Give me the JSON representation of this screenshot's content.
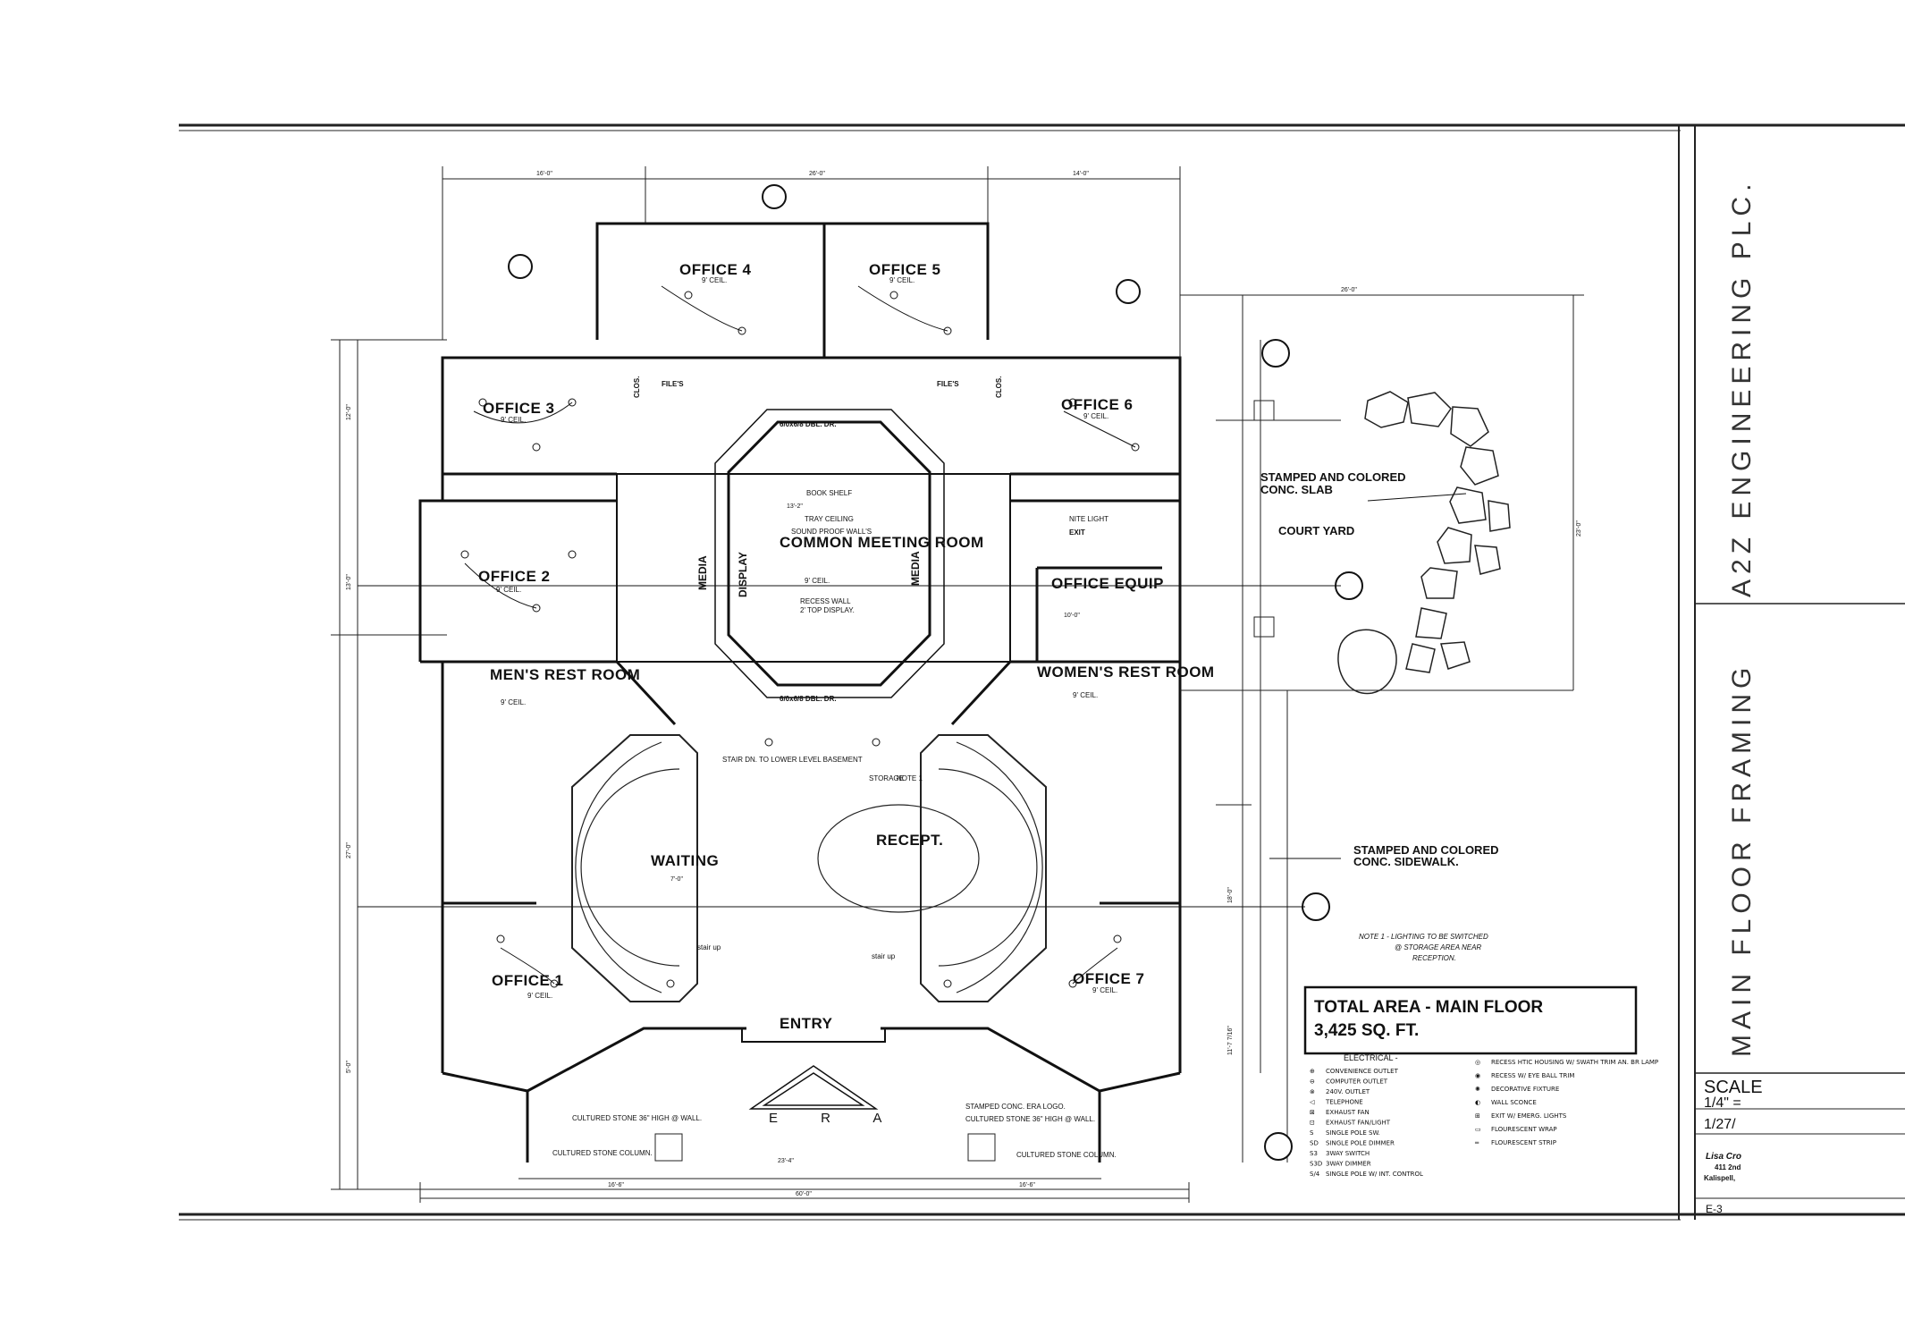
{
  "title_block": {
    "company": "A2Z ENGINEERING PLC.",
    "sheet_title": "MAIN FLOOR FRAMING",
    "scale_label": "SCALE",
    "scale_value": "1/4\" =",
    "date": "1/27/",
    "sheet_no": "E-3",
    "firm_name": "Lisa Cro",
    "firm_address": "411 2nd",
    "firm_city": "Kalispell,"
  },
  "rooms": [
    {
      "name": "OFFICE 4",
      "ceil": "9' CEIL."
    },
    {
      "name": "OFFICE 5",
      "ceil": "9' CEIL."
    },
    {
      "name": "OFFICE 3",
      "ceil": "9' CEIL."
    },
    {
      "name": "OFFICE 6",
      "ceil": "9' CEIL."
    },
    {
      "name": "OFFICE 2",
      "ceil": "9' CEIL."
    },
    {
      "name": "COMMON MEETING ROOM",
      "ceil": "9' CEIL."
    },
    {
      "name": "OFFICE EQUIP",
      "ceil": ""
    },
    {
      "name": "MEN'S REST ROOM",
      "ceil": "9' CEIL."
    },
    {
      "name": "WOMEN'S REST ROOM",
      "ceil": "9' CEIL."
    },
    {
      "name": "WAITING",
      "ceil": ""
    },
    {
      "name": "RECEPT.",
      "ceil": ""
    },
    {
      "name": "OFFICE 1",
      "ceil": "9' CEIL."
    },
    {
      "name": "OFFICE 7",
      "ceil": "9' CEIL."
    },
    {
      "name": "ENTRY",
      "ceil": ""
    }
  ],
  "labels": {
    "clos_left": "CLOS.",
    "clos_right": "CLOS.",
    "files_left": "FILE'S",
    "files_right": "FILE'S",
    "media_left": "MEDIA",
    "display": "DISPLAY",
    "media_right": "MEDIA",
    "dbl_dr_top": "6/0x6/8 DBL. DR.",
    "dbl_dr_bottom": "6/0x6/8 DBL. DR.",
    "book_shelf": "BOOK SHELF",
    "tray_ceiling": "TRAY CEILING",
    "sound_proof": "SOUND PROOF WALL'S",
    "recess_wall": "RECESS WALL",
    "top_display": "2' TOP DISPLAY.",
    "exit": "EXIT",
    "nite_light": "NITE LIGHT",
    "stair_down": "STAIR DN. TO LOWER LEVEL BASEMENT",
    "stair_up_left": "stair up",
    "stair_up_right": "stair up",
    "storage": "STORAGE",
    "note1_tag": "NOTE 1",
    "era_letters": "E R A",
    "stamped_logo": "STAMPED CONC. ERA LOGO.",
    "stone_wall_left": "CULTURED STONE 36\" HIGH @ WALL.",
    "stone_wall_right": "CULTURED STONE 36\" HIGH @ WALL.",
    "stone_column_left": "CULTURED STONE COLUMN.",
    "stone_column_right": "CULTURED STONE COLUMN."
  },
  "callouts": {
    "slab": "STAMPED AND COLORED CONC. SLAB",
    "court_yard": "COURT YARD",
    "sidewalk": "STAMPED AND COLORED CONC. SIDEWALK.",
    "note_1": "NOTE 1 - LIGHTING TO BE SWITCHED @ STORAGE AREA NEAR RECEPTION."
  },
  "total_area": {
    "line1": "TOTAL AREA -  MAIN FLOOR",
    "line2": "3,425 SQ. FT."
  },
  "legend": {
    "title": "ELECTRICAL -",
    "left": [
      {
        "sym": "⊕",
        "text": "CONVENIENCE OUTLET"
      },
      {
        "sym": "⊖",
        "text": "COMPUTER OUTLET"
      },
      {
        "sym": "⊗",
        "text": "240V. OUTLET"
      },
      {
        "sym": "◁",
        "text": "TELEPHONE"
      },
      {
        "sym": "⊠",
        "text": "EXHAUST FAN"
      },
      {
        "sym": "⊡",
        "text": "EXHAUST FAN/LIGHT"
      },
      {
        "sym": "S",
        "text": "SINGLE POLE SW."
      },
      {
        "sym": "SD",
        "text": "SINGLE POLE DIMMER"
      },
      {
        "sym": "S3",
        "text": "3WAY SWITCH"
      },
      {
        "sym": "S3D",
        "text": "3WAY DIMMER"
      },
      {
        "sym": "S/4",
        "text": "SINGLE POLE W/ INT. CONTROL"
      }
    ],
    "right": [
      {
        "sym": "◎",
        "text": "RECESS HTIC HOUSING W/ SWATH TRIM AN. BR LAMP"
      },
      {
        "sym": "◉",
        "text": "RECESS W/ EYE BALL TRIM"
      },
      {
        "sym": "✺",
        "text": "DECORATIVE FIXTURE"
      },
      {
        "sym": "◐",
        "text": "WALL SCONCE"
      },
      {
        "sym": "⊞",
        "text": "EXIT W/ EMERG. LIGHTS"
      },
      {
        "sym": "▭",
        "text": "FLOURESCENT WRAP"
      },
      {
        "sym": "═",
        "text": "FLOURESCENT STRIP"
      }
    ]
  },
  "dimensions": {
    "top_left": "16'-0\"",
    "top_mid": "26'-0\"",
    "top_right": "14'-0\"",
    "court": "26'-0\"",
    "court_h": "23'-0\"",
    "bottom_total": "60'-0\"",
    "bottom_mid": "23'-4\"",
    "bottom_left": "16'-6\"",
    "bottom_right": "16'-6\"",
    "left_a": "12'-0\"",
    "left_b": "13'-0\"",
    "left_c": "27'-0\"",
    "left_d": "5'-0\"",
    "tray_w": "13'-2\"",
    "equip_w": "10'-0\"",
    "wait_w": "7'-0\"",
    "r1": "11'-7 7/16\"",
    "r2": "18'-0\""
  }
}
